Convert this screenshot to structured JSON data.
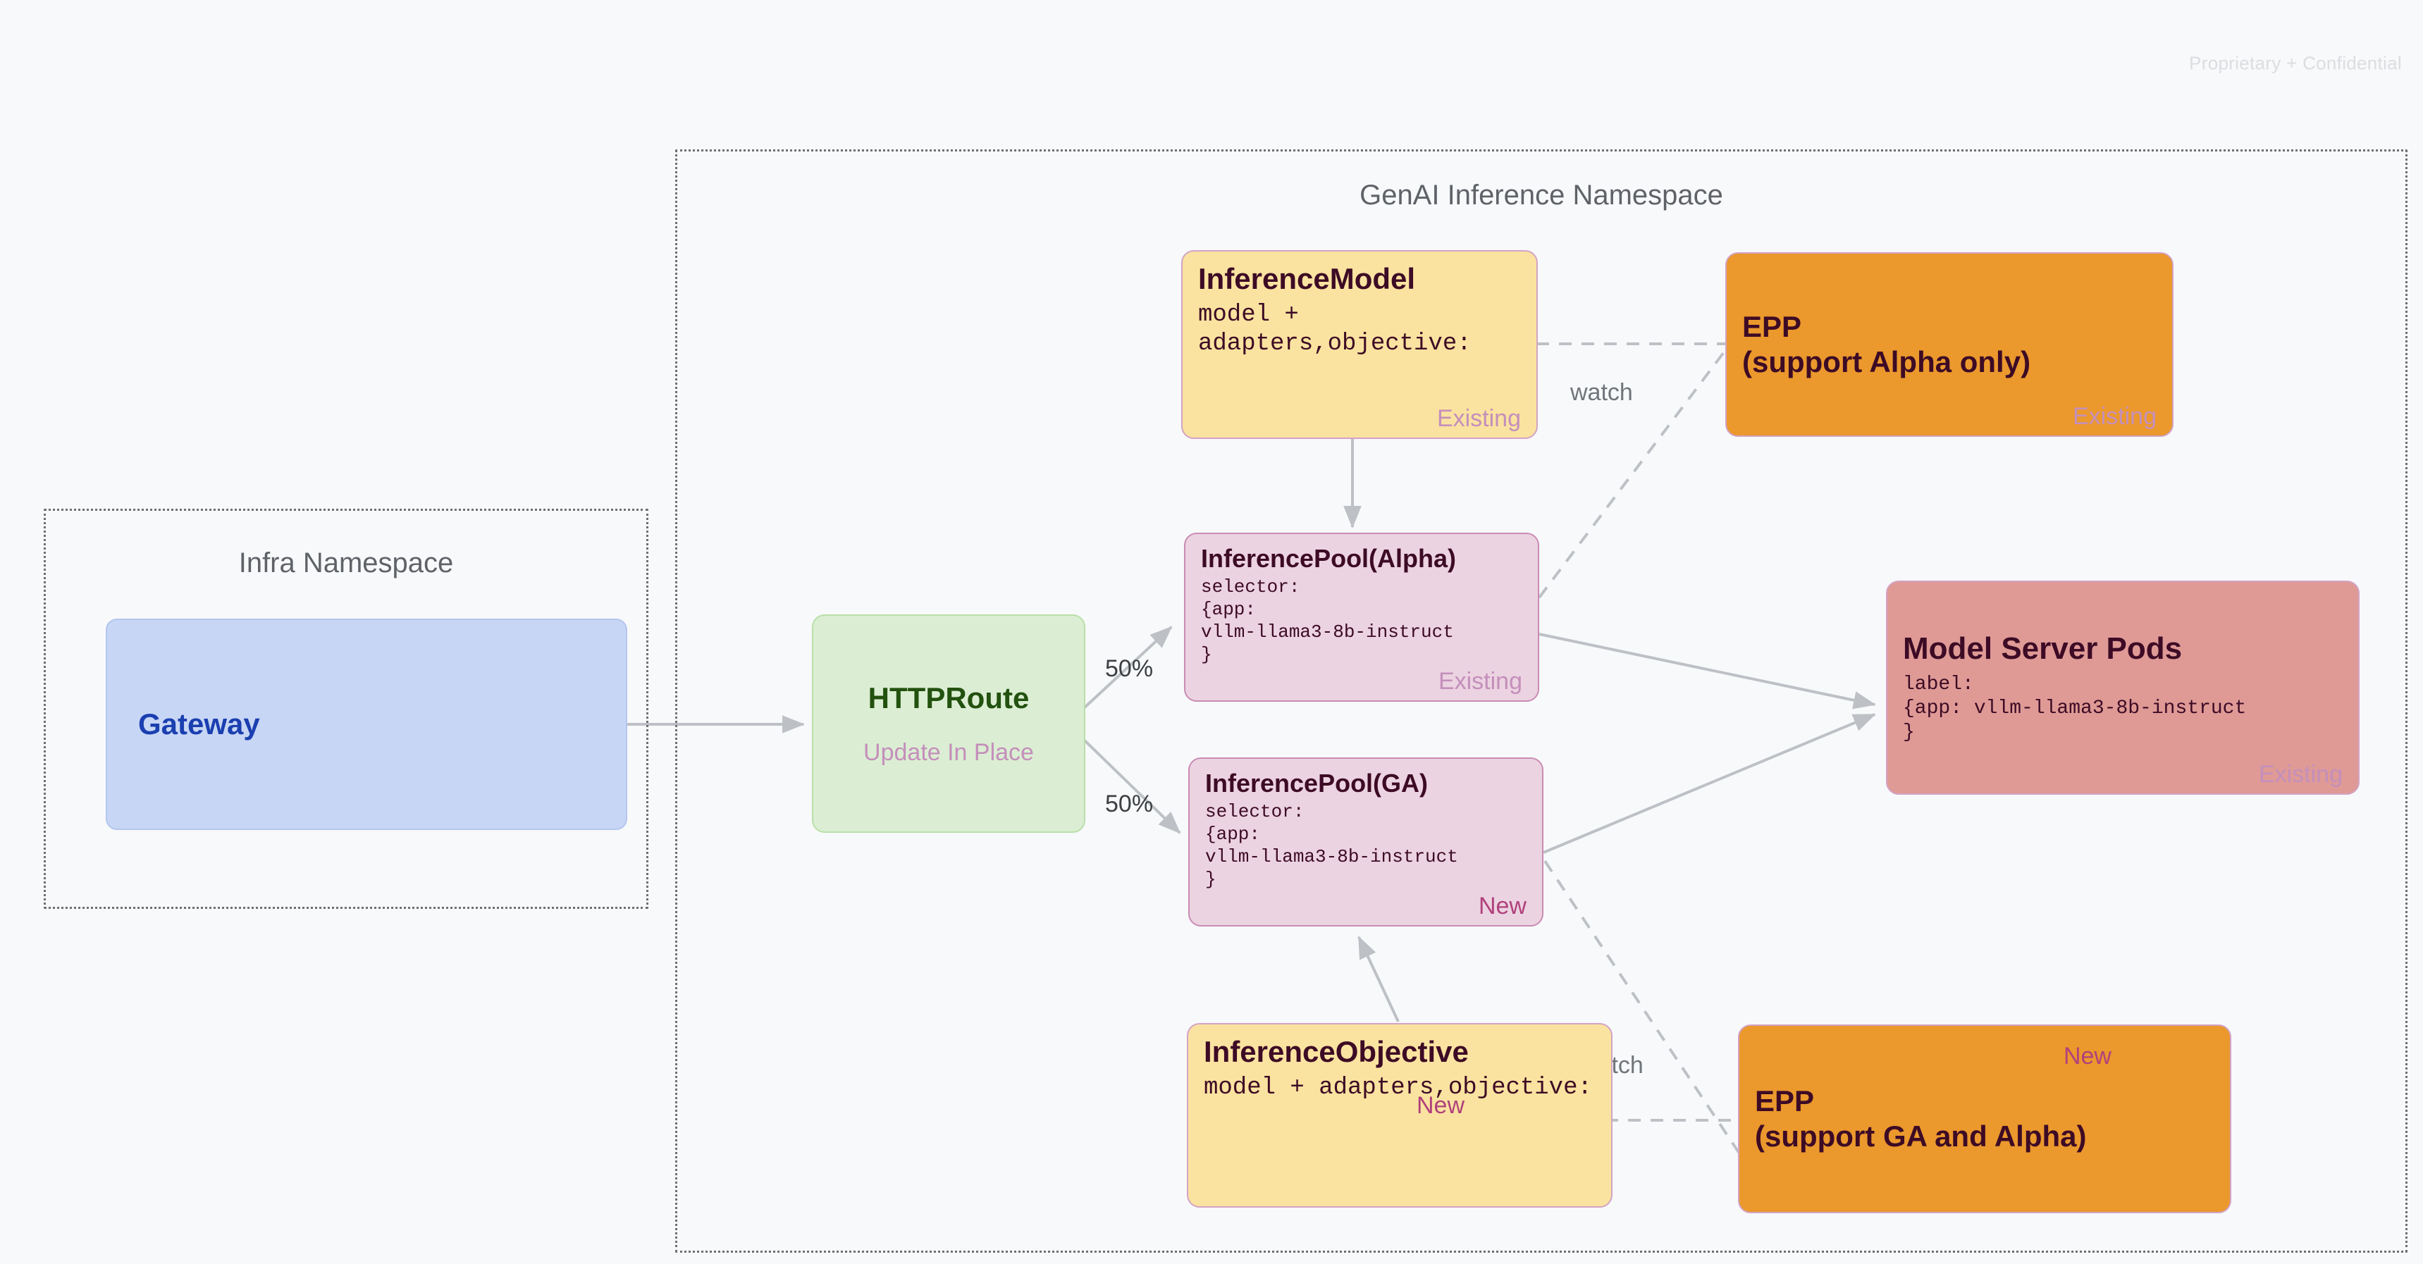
{
  "slide": {
    "confidential_notice": "Proprietary + Confidential"
  },
  "namespaces": [
    {
      "id": "infra",
      "title": "Infra Namespace"
    },
    {
      "id": "genai",
      "title": "GenAI Inference Namespace"
    }
  ],
  "nodes": {
    "gateway": {
      "title": "Gateway"
    },
    "httproute": {
      "title": "HTTPRoute",
      "subtitle": "Update In Place"
    },
    "inference_model": {
      "title": "InferenceModel",
      "spec": "model + adapters,objective:",
      "tag": "Existing"
    },
    "inference_pool_alpha": {
      "title": "InferencePool(Alpha)",
      "spec": "selector:\n{app:\nvllm-llama3-8b-instruct\n}",
      "tag": "Existing"
    },
    "inference_pool_ga": {
      "title": "InferencePool(GA)",
      "spec": "selector:\n{app:\nvllm-llama3-8b-instruct\n}",
      "tag": "New"
    },
    "inference_objective": {
      "title": "InferenceObjective",
      "spec": "model + adapters,objective:",
      "tag": "New"
    },
    "epp_alpha": {
      "title_line1": "EPP",
      "title_line2": "(support Alpha only)",
      "tag": "Existing"
    },
    "epp_ga_alpha": {
      "title_line1": "EPP",
      "title_line2": "(support GA and Alpha)",
      "tag": "New"
    },
    "model_server_pods": {
      "title": "Model Server Pods",
      "spec": "label:\n{app: vllm-llama3-8b-instruct\n}",
      "tag": "Existing"
    }
  },
  "edges": [
    {
      "id": "gateway-to-httproute",
      "label": "",
      "style": "solid"
    },
    {
      "id": "httproute-to-pool-alpha",
      "label": "50%",
      "style": "solid"
    },
    {
      "id": "httproute-to-pool-ga",
      "label": "50%",
      "style": "solid"
    },
    {
      "id": "inference-model-to-pool-alpha",
      "label": "",
      "style": "solid"
    },
    {
      "id": "inference-model-to-epp-alpha",
      "label": "watch",
      "style": "dashed"
    },
    {
      "id": "pool-alpha-to-epp-alpha",
      "label": "",
      "style": "dashed"
    },
    {
      "id": "pool-alpha-to-model-servers",
      "label": "",
      "style": "solid"
    },
    {
      "id": "pool-ga-to-model-servers",
      "label": "",
      "style": "solid"
    },
    {
      "id": "pool-ga-to-epp-ga",
      "label": "",
      "style": "dashed"
    },
    {
      "id": "inference-objective-to-pool-ga",
      "label": "",
      "style": "solid"
    },
    {
      "id": "inference-objective-to-epp-ga",
      "label": "watch",
      "style": "dashed"
    }
  ],
  "colors": {
    "background": "#f8f9fb",
    "gateway_fill": "#c8d6f5",
    "gateway_text": "#1a3fb0",
    "httproute_fill": "#dbeed3",
    "httproute_text": "#23510f",
    "yellow_fill": "#fae3a0",
    "pink_fill": "#ecd3e1",
    "orange_fill": "#eb982d",
    "salmon_fill": "#df9a96",
    "tag_existing": "#c48fbb",
    "tag_new": "#b0417c",
    "edge_stroke": "#bdc1c6",
    "namespace_border": "#6f6f6f"
  }
}
